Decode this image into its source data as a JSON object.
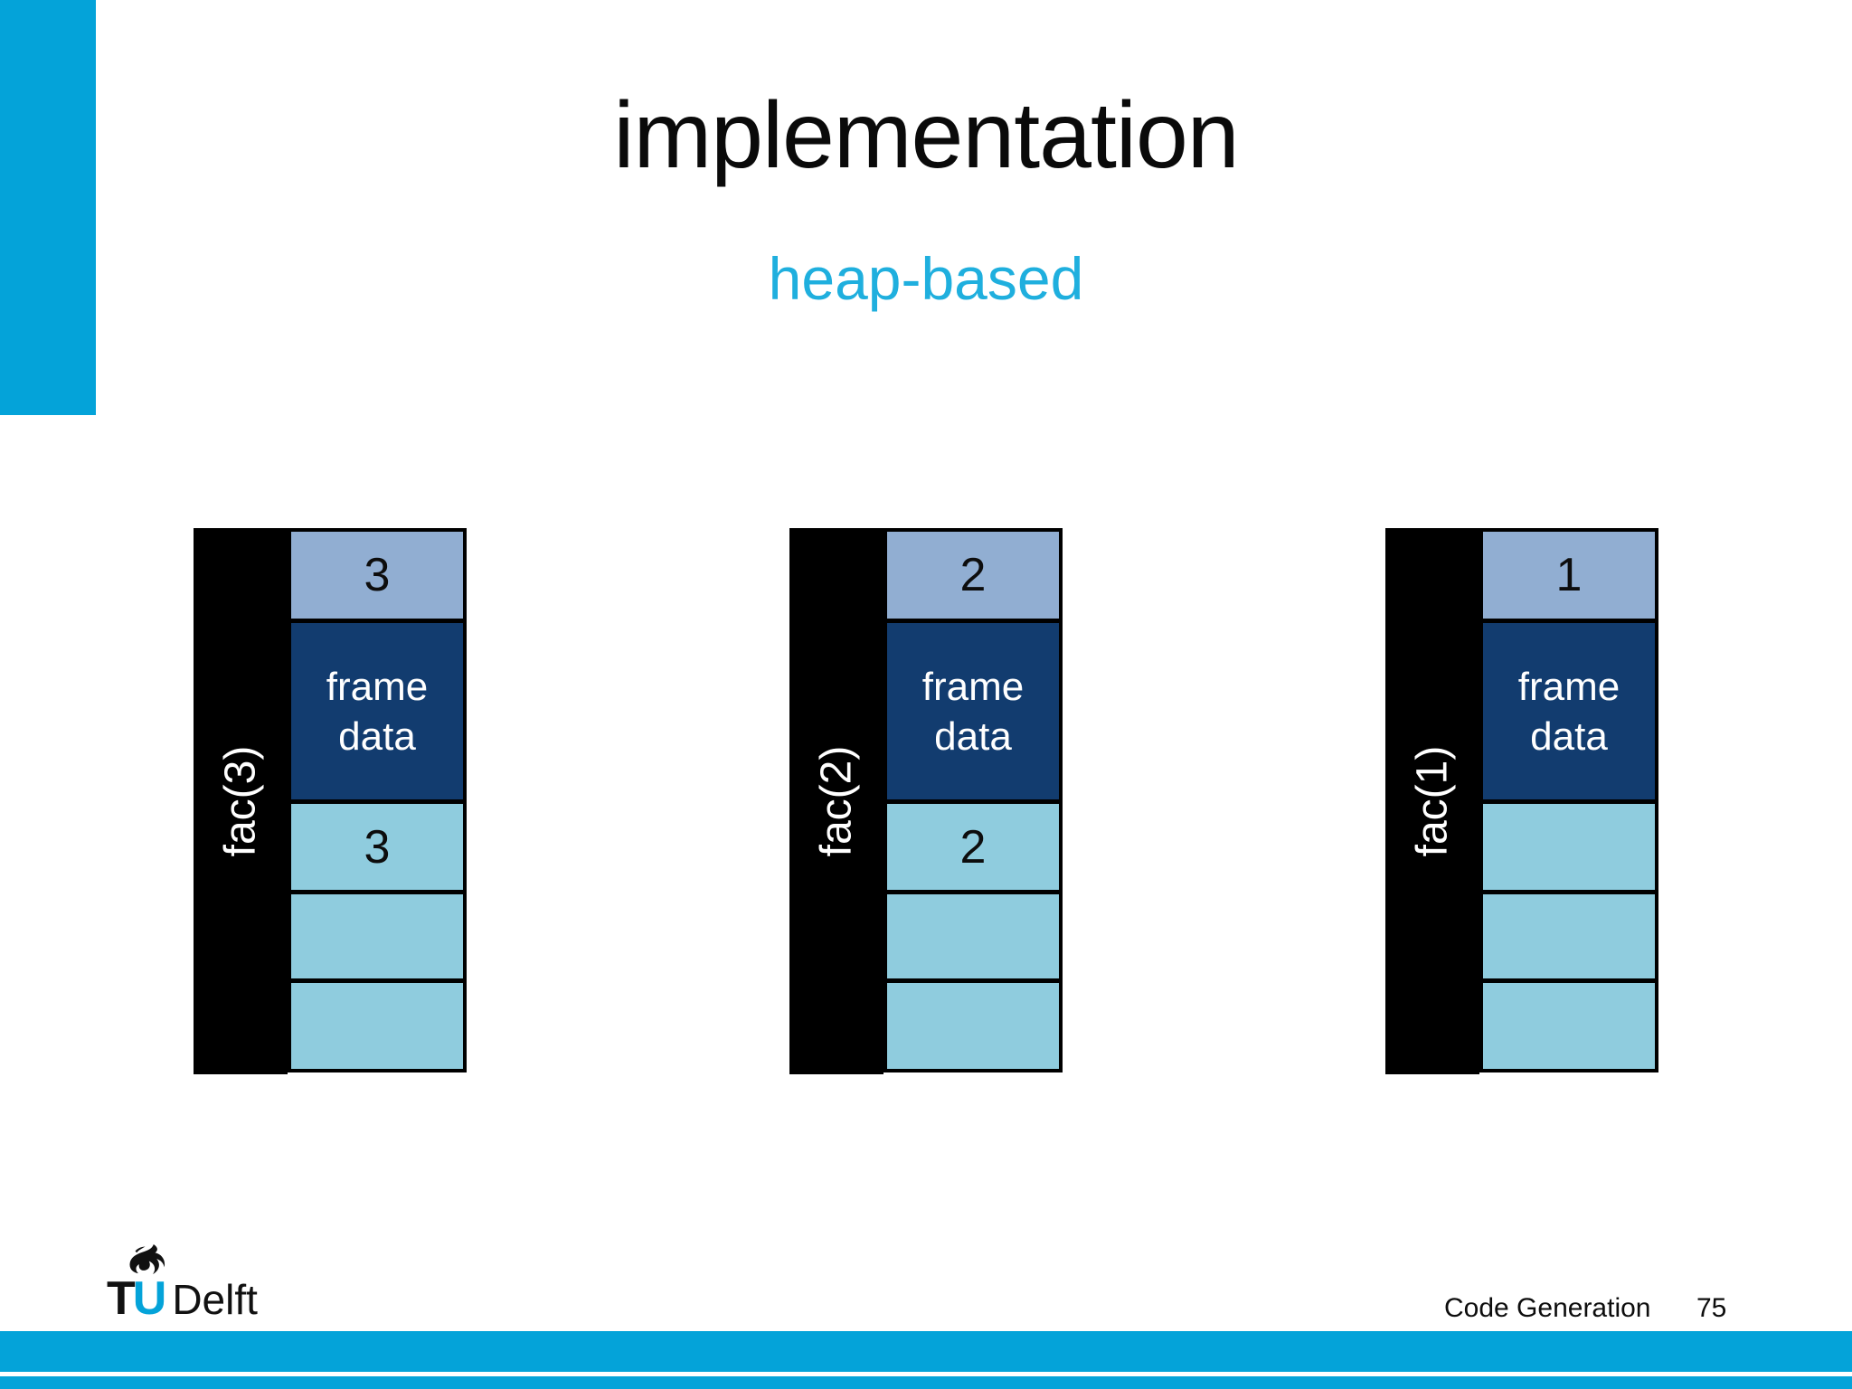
{
  "slide": {
    "title": "implementation",
    "subtitle": "heap-based"
  },
  "diagrams": [
    {
      "label": "fac(3)",
      "arg": "3",
      "frame": "frame data",
      "slots": [
        "3",
        "",
        ""
      ]
    },
    {
      "label": "fac(2)",
      "arg": "2",
      "frame": "frame data",
      "slots": [
        "2",
        "",
        ""
      ]
    },
    {
      "label": "fac(1)",
      "arg": "1",
      "frame": "frame data",
      "slots": [
        "",
        "",
        ""
      ]
    }
  ],
  "footer": {
    "logo": {
      "t": "T",
      "u": "U",
      "delft": "Delft"
    },
    "course": "Code Generation",
    "page": "75"
  },
  "colors": {
    "accent": "#04a3d9",
    "subtitle": "#1fafde",
    "steel": "#91aed2",
    "navy": "#123c6f",
    "light": "#8fccde",
    "frame_bar": "#000000"
  }
}
